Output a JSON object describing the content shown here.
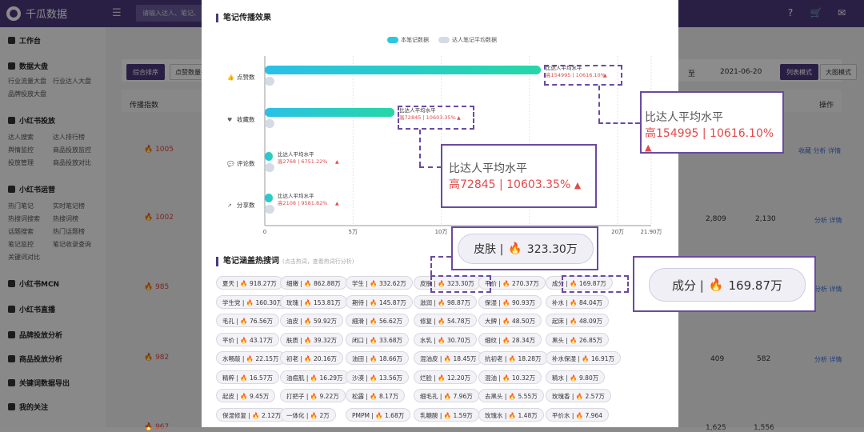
{
  "app": {
    "name": "千瓜数据",
    "search_placeholder": "请输入达人、笔记、"
  },
  "sidebar": {
    "workspace": "工作台",
    "data_board": "数据大盘",
    "data_board_items": [
      "行业流量大盘",
      "行业达人大盘",
      "品牌投放大盘"
    ],
    "xhs_ads": "小红书投放",
    "xhs_ads_items": [
      "达人搜索",
      "达人排行榜",
      "舆情监控",
      "商品投放监控",
      "投放管理",
      "商品投放对比"
    ],
    "xhs_ops": "小红书运营",
    "xhs_ops_items": [
      "热门笔记",
      "实时笔记榜",
      "热搜词搜索",
      "热搜词榜",
      "话题搜索",
      "热门话题榜",
      "笔记监控",
      "笔记收录查询",
      "关键词对比"
    ],
    "mcn": "小红书MCN",
    "live": "小红书直播",
    "brand_analysis": "品牌投放分析",
    "product_analysis": "商品投放分析",
    "keyword_export": "关键词数据导出",
    "my_follow": "我的关注"
  },
  "main": {
    "sort_label": "综合排序",
    "sort2_label": "点赞数量各",
    "date_to": "至",
    "date_value": "2021-06-20",
    "list_mode": "列表模式",
    "grid_mode": "大图模式",
    "col_spread": "传播指数",
    "col_op": "操作",
    "rows": [
      {
        "spread": "1005",
        "ops": "收藏 分析 详情"
      },
      {
        "spread": "1002",
        "v1": "2,809",
        "v2": "2,130",
        "ops": "分析 详情"
      },
      {
        "spread": "985",
        "ops": "分析 详情"
      },
      {
        "spread": "982",
        "v1": "409",
        "v2": "582",
        "ops": "分析 详情"
      },
      {
        "spread": "967",
        "v1": "1,625",
        "v2": "1,556"
      }
    ]
  },
  "modal": {
    "chart_title": "笔记传播效果",
    "tags_title": "笔记涵盖热搜词",
    "tags_note": "(点击热词，查看热词行分析)",
    "tags": [
      [
        "夏天",
        "918.27万"
      ],
      [
        "细嫩",
        "862.88万"
      ],
      [
        "学生",
        "332.62万"
      ],
      [
        "皮肤",
        "323.30万"
      ],
      [
        "平价",
        "270.37万"
      ],
      [
        "成分",
        "169.87万"
      ],
      [
        "学生党",
        "160.30万"
      ],
      [
        "玫瑰",
        "153.81万"
      ],
      [
        "期待",
        "145.87万"
      ],
      [
        "滋润",
        "98.87万"
      ],
      [
        "保湿",
        "90.93万"
      ],
      [
        "补水",
        "84.04万"
      ],
      [
        "毛孔",
        "76.56万"
      ],
      [
        "油皮",
        "59.92万"
      ],
      [
        "細滑",
        "56.62万"
      ],
      [
        "修复",
        "54.78万"
      ],
      [
        "大牌",
        "48.50万"
      ],
      [
        "起床",
        "48.09万"
      ],
      [
        "平价",
        "43.17万"
      ],
      [
        "肤质",
        "39.32万"
      ],
      [
        "闭口",
        "33.68万"
      ],
      [
        "水乳",
        "30.70万"
      ],
      [
        "细纹",
        "28.34万"
      ],
      [
        "黑头",
        "26.85万"
      ],
      [
        "水畅敲",
        "22.15万"
      ],
      [
        "初老",
        "20.16万"
      ],
      [
        "油田",
        "18.66万"
      ],
      [
        "混油皮",
        "18.45万"
      ],
      [
        "抗初老",
        "18.28万"
      ],
      [
        "补水保湿",
        "16.91万"
      ],
      [
        "精粹",
        "16.57万"
      ],
      [
        "油痘肌",
        "16.29万"
      ],
      [
        "沙漠",
        "13.56万"
      ],
      [
        "烂脸",
        "12.20万"
      ],
      [
        "混油",
        "10.32万"
      ],
      [
        "精水",
        "9.80万"
      ],
      [
        "起皮",
        "9.45万"
      ],
      [
        "打把子",
        "9.22万"
      ],
      [
        "松露",
        "8.17万"
      ],
      [
        "细毛孔",
        "7.96万"
      ],
      [
        "去黑头",
        "5.55万"
      ],
      [
        "玫瑰香",
        "2.57万"
      ],
      [
        "保湿修复",
        "2.12万"
      ],
      [
        "一体化",
        "2万"
      ],
      [
        "PMPM",
        "1.68万"
      ],
      [
        "乳糖酸",
        "1.59万"
      ],
      [
        "玫瑰水",
        "1.48万"
      ],
      [
        "平价水",
        "7.964"
      ]
    ],
    "zoom": {
      "likes_t1": "比达人平均水平",
      "likes_t2": "高154995 | 10616.10%",
      "fav_t1": "比达人平均水平",
      "fav_t2": "高72845 | 10603.35%",
      "skin_label": "皮肤 |",
      "skin_value": "323.30万",
      "ingredient_label": "成分 |",
      "ingredient_value": "169.87万"
    }
  },
  "chart_data": {
    "type": "bar",
    "orientation": "horizontal",
    "categories": [
      "点赞数",
      "收藏数",
      "评论数",
      "分享数"
    ],
    "series": [
      {
        "name": "本笔记数据",
        "values": [
          156455,
          73532,
          2809,
          2130
        ],
        "color": "#2bc6e0"
      },
      {
        "name": "达人笔记平均数据",
        "values": [
          1460,
          687,
          41,
          22
        ],
        "color": "#d5dbe6"
      }
    ],
    "annotations": [
      {
        "line1": "比达人平均水平",
        "line2": "高154995 | 10616.10%"
      },
      {
        "line1": "比达人平均水平",
        "line2": "高72845 | 10603.35%"
      },
      {
        "line1": "比达人平均水平",
        "line2": "高2768 | 6751.22%"
      },
      {
        "line1": "比达人平均水平",
        "line2": "高2108 | 9581.82%"
      }
    ],
    "xlim": [
      0,
      219000
    ],
    "xticks": [
      0,
      50000,
      100000,
      150000,
      200000,
      219000
    ],
    "xticklabels": [
      "0",
      "5万",
      "10万",
      "15万",
      "20万",
      "21.90万"
    ],
    "legend": "top-center",
    "grid": true
  }
}
